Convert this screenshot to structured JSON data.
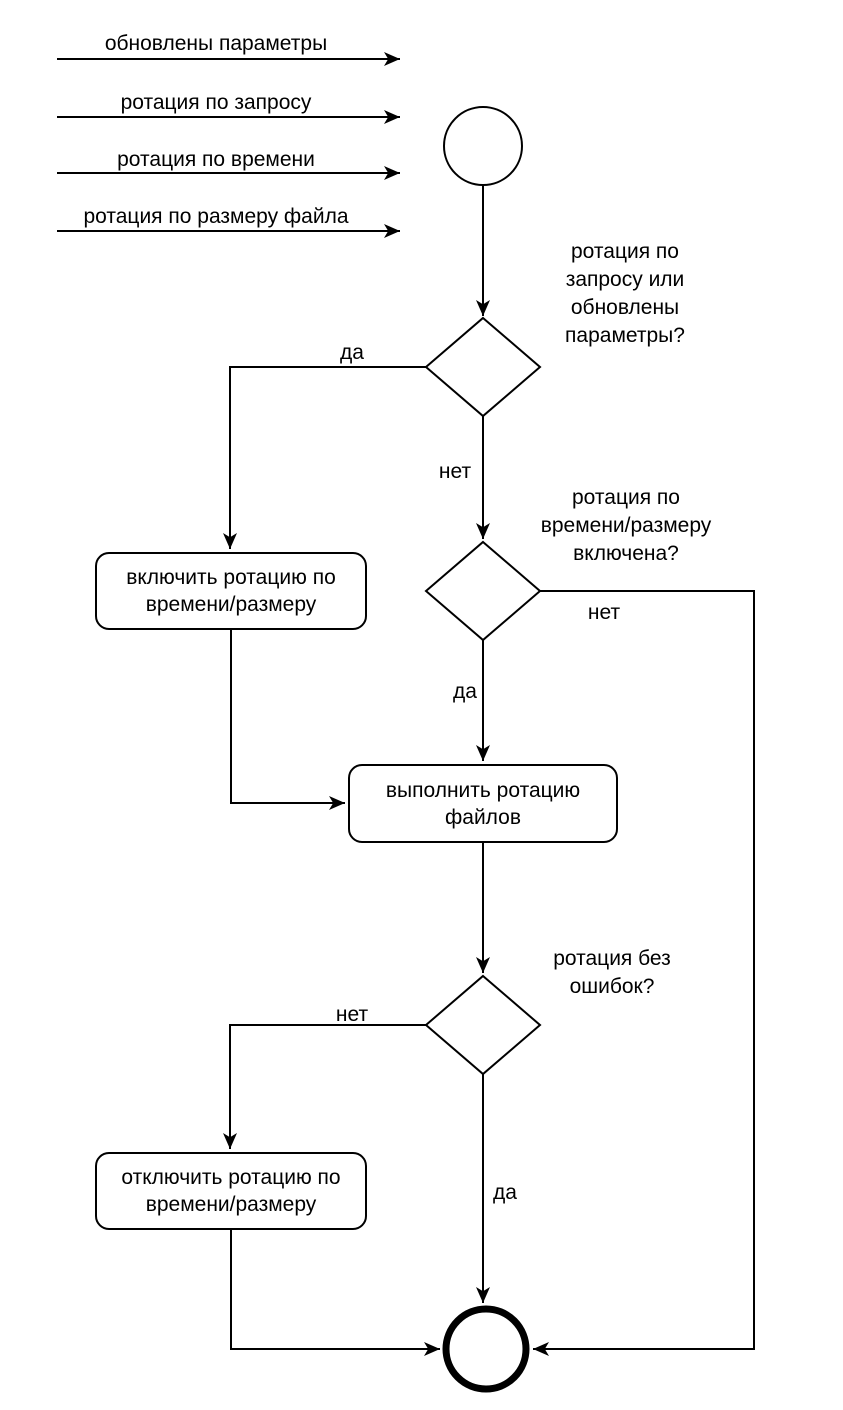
{
  "diagram": {
    "kind": "flowchart",
    "language": "ru",
    "colors": {
      "stroke": "#000000",
      "background": "#ffffff",
      "text": "#000000"
    },
    "input_events": [
      "обновлены параметры",
      "ротация по запросу",
      "ротация по времени",
      "ротация по размеру файла"
    ],
    "decisions": [
      {
        "question": "ротация по\nзапросу или\nобновлены\nпараметры?",
        "yes_label": "да",
        "no_label": "нет"
      },
      {
        "question": "ротация по\nвремени/размеру\nвключена?",
        "yes_label": "да",
        "no_label": "нет"
      },
      {
        "question": "ротация без\nошибок?",
        "yes_label": "да",
        "no_label": "нет"
      }
    ],
    "processes": [
      {
        "label": "включить ротацию по\nвремени/размеру"
      },
      {
        "label": "выполнить ротацию\nфайлов"
      },
      {
        "label": "отключить ротацию по\nвремени/размеру"
      }
    ],
    "nodes": {
      "start": "start-node",
      "end": "end-node"
    }
  }
}
